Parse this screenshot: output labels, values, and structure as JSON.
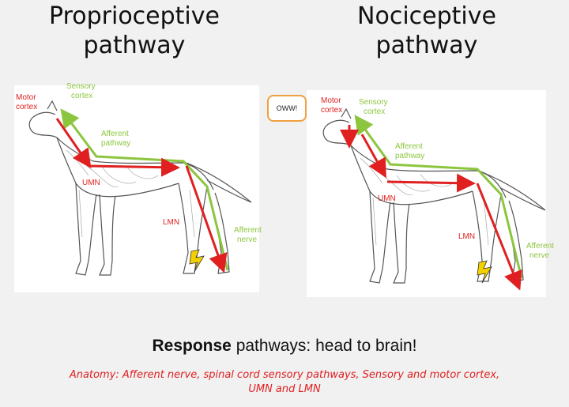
{
  "titles": {
    "left": "Proprioceptive pathway",
    "left_line1": "Proprioceptive",
    "left_line2": "pathway",
    "right_line1": "Nociceptive",
    "right_line2": "pathway"
  },
  "left_panel": {
    "motor_cortex_1": "Motor",
    "motor_cortex_2": "cortex",
    "sensory_cortex_1": "Sensory",
    "sensory_cortex_2": "cortex",
    "afferent_pathway_1": "Afferent",
    "afferent_pathway_2": "pathway",
    "umn": "UMN",
    "lmn": "LMN",
    "afferent_nerve_1": "Afferent",
    "afferent_nerve_2": "nerve"
  },
  "right_panel": {
    "speech": "OWW!",
    "motor_cortex_1": "Motor",
    "motor_cortex_2": "cortex",
    "sensory_cortex_1": "Sensory",
    "sensory_cortex_2": "cortex",
    "afferent_pathway_1": "Afferent",
    "afferent_pathway_2": "pathway",
    "umn": "UMN",
    "lmn": "LMN",
    "afferent_nerve_1": "Afferent",
    "afferent_nerve_2": "nerve"
  },
  "bottom": {
    "bold": "Response",
    "rest": " pathways: head to brain!",
    "note_line1": "Anatomy: Afferent nerve, spinal cord sensory pathways, Sensory and motor cortex,",
    "note_line2": "UMN and LMN"
  },
  "colors": {
    "motor": "#e02020",
    "sensory": "#8cc63f",
    "bolt": "#f5d000"
  }
}
